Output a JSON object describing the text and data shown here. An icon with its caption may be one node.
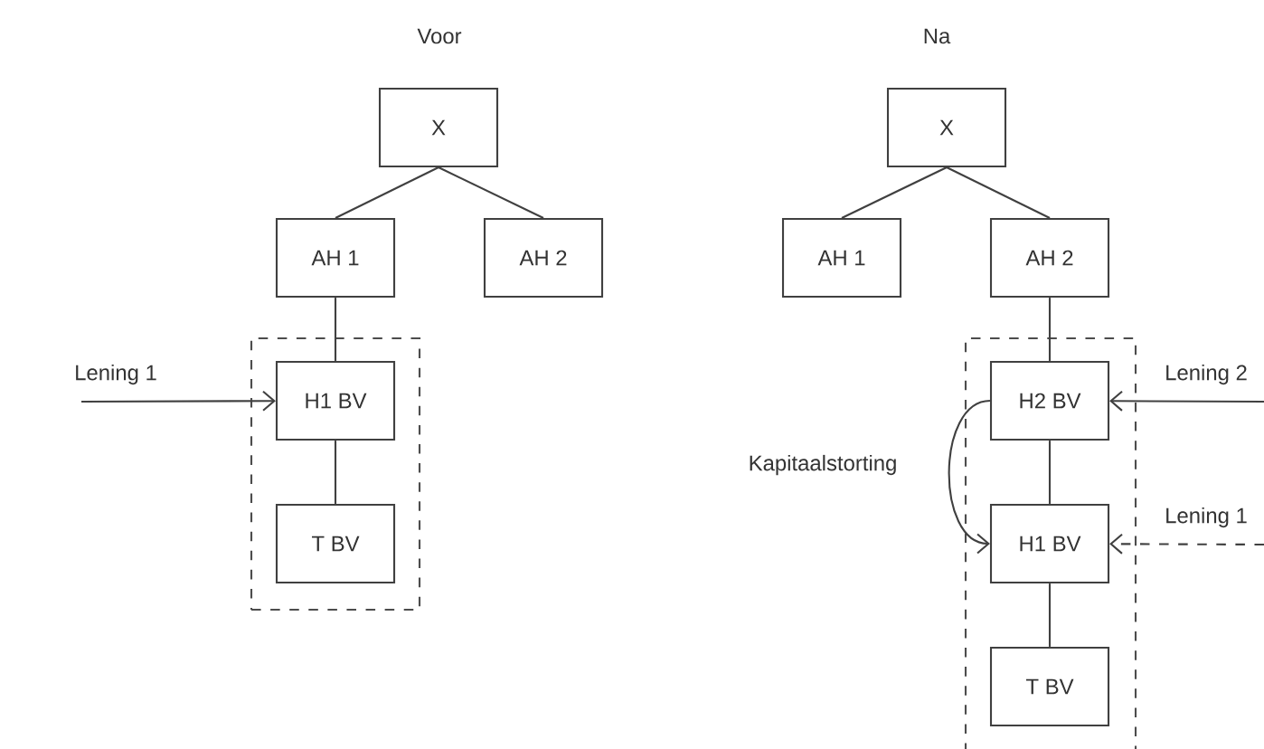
{
  "diagram": {
    "nodes": [
      {
        "text": [
          "X"
        ]
      },
      {
        "text": [
          "AH 1"
        ]
      },
      {
        "text": [
          "AH 2"
        ]
      },
      {
        "text": [],
        "shape": "box"
      },
      {
        "text": [
          "H1 BV"
        ],
        "in": 3
      },
      {
        "text": [
          "T BV"
        ],
        "in": 3
      },
      {
        "text": [
          "X"
        ]
      },
      {
        "text": [
          "AH 1"
        ]
      },
      {
        "text": [
          "AH 2"
        ]
      },
      {
        "text": [],
        "shape": "box"
      },
      {
        "text": [
          "H2 BV"
        ],
        "in": 9
      },
      {
        "text": [
          "H1 BV"
        ],
        "in": 9
      },
      {
        "text": [
          "T BV"
        ],
        "in": 9
      }
    ],
    "edges": [
      {
        "from": 0,
        "to": 1,
        "arrow": "none"
      },
      {
        "from": 0,
        "to": 2,
        "arrow": "none"
      },
      {
        "from": 1,
        "to": 4,
        "arrow": "none"
      },
      {
        "from": 4,
        "to": 5,
        "arrow": "none"
      },
      {
        "from": null,
        "to": 4,
        "arrow": "to",
        "label": "Lening 1"
      },
      {
        "from": 6,
        "to": 7,
        "arrow": "none"
      },
      {
        "from": 6,
        "to": 8,
        "arrow": "none"
      },
      {
        "from": 8,
        "to": 10,
        "arrow": "none"
      },
      {
        "from": 10,
        "to": 11,
        "arrow": "none"
      },
      {
        "from": 11,
        "to": 12,
        "arrow": "none"
      },
      {
        "from": null,
        "to": 10,
        "arrow": "to",
        "label": "Lening 2"
      },
      {
        "from": null,
        "to": 11,
        "arrow": "to",
        "label": "Lening 1",
        "style": "dashed"
      },
      {
        "from": 10,
        "to": 11,
        "arrow": "to",
        "label": "Kapitaalstorting"
      }
    ],
    "labels": [
      "Voor",
      "Na"
    ]
  }
}
